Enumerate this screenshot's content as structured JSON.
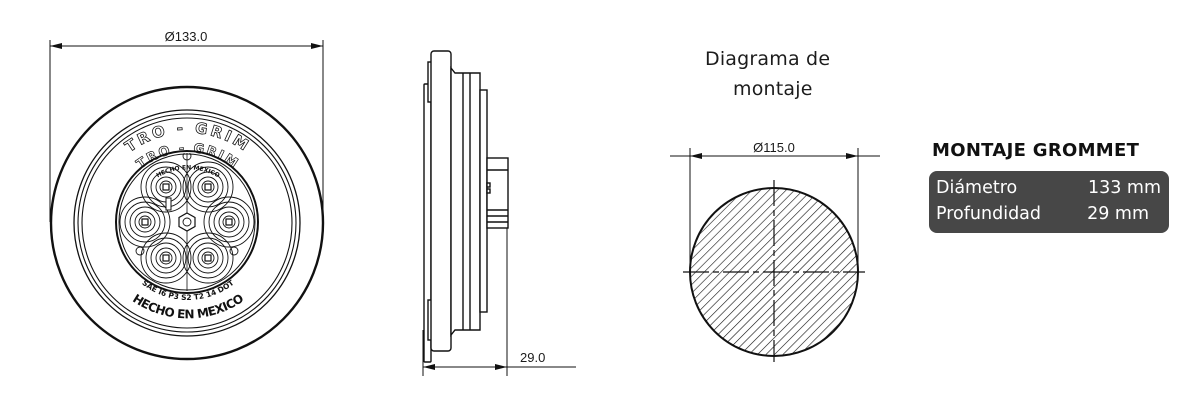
{
  "front_view": {
    "diameter_label": "Ø133.0",
    "brand_outer": "TRO - GRIM",
    "brand_inner": "TRO - GRIM",
    "made_in_small": "HECHO EN MEXICO",
    "certification": "SAE I6 P3 S2 T2 14 DOT",
    "made_in_large": "HECHO EN MEXICO",
    "led_count": 6
  },
  "side_view": {
    "depth_label": "29.0"
  },
  "mounting_diagram": {
    "title_line1": "Diagrama de",
    "title_line2": "montaje",
    "cutout_diameter_label": "Ø115.0"
  },
  "specs": {
    "title": "MONTAJE GROMMET",
    "rows": [
      {
        "label": "Diámetro",
        "value": "133 mm"
      },
      {
        "label": "Profundidad",
        "value": "29 mm"
      }
    ],
    "box_color": "#474747"
  }
}
